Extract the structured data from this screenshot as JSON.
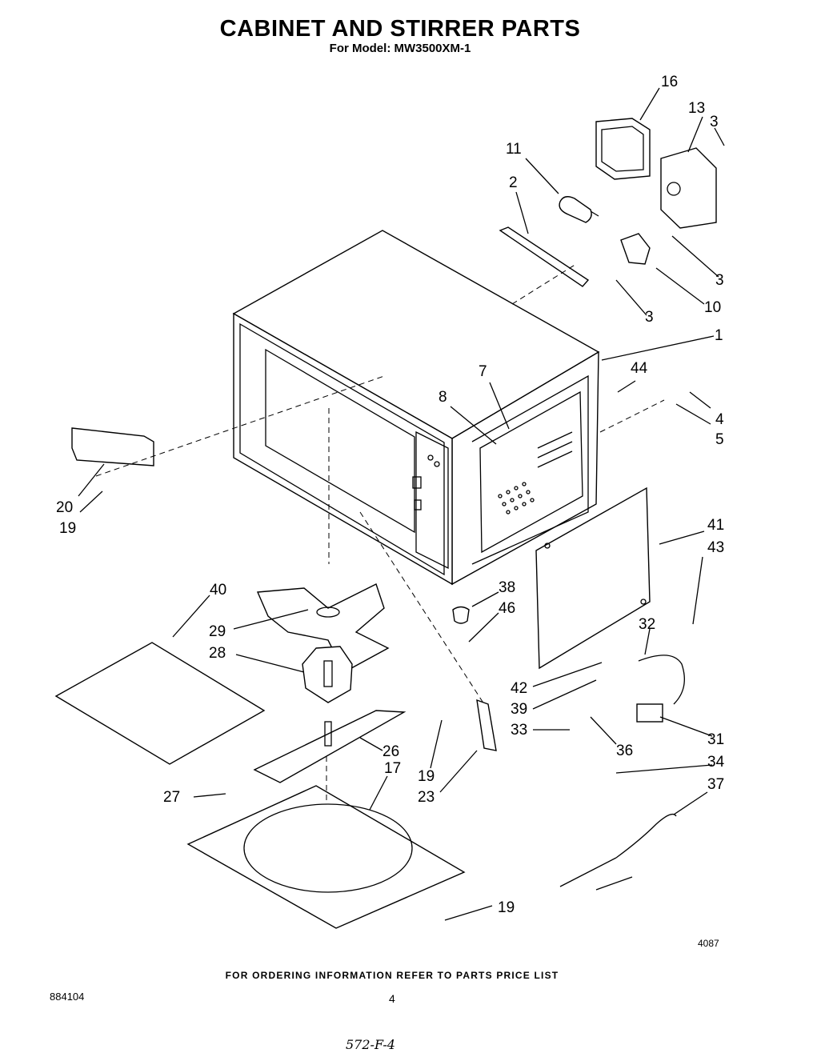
{
  "header": {
    "title": "CABINET AND STIRRER PARTS",
    "subtitle": "For Model: MW3500XM-1"
  },
  "callouts": [
    {
      "id": "c16",
      "label": "16"
    },
    {
      "id": "c13",
      "label": "13"
    },
    {
      "id": "c3a",
      "label": "3"
    },
    {
      "id": "c11",
      "label": "11"
    },
    {
      "id": "c2",
      "label": "2"
    },
    {
      "id": "c3b",
      "label": "3"
    },
    {
      "id": "c3c",
      "label": "3"
    },
    {
      "id": "c10",
      "label": "10"
    },
    {
      "id": "c1",
      "label": "1"
    },
    {
      "id": "c7",
      "label": "7"
    },
    {
      "id": "c8",
      "label": "8"
    },
    {
      "id": "c44",
      "label": "44"
    },
    {
      "id": "c4",
      "label": "4"
    },
    {
      "id": "c5",
      "label": "5"
    },
    {
      "id": "c20",
      "label": "20"
    },
    {
      "id": "c19a",
      "label": "19"
    },
    {
      "id": "c41",
      "label": "41"
    },
    {
      "id": "c43",
      "label": "43"
    },
    {
      "id": "c38",
      "label": "38"
    },
    {
      "id": "c46",
      "label": "46"
    },
    {
      "id": "c40",
      "label": "40"
    },
    {
      "id": "c29",
      "label": "29"
    },
    {
      "id": "c28",
      "label": "28"
    },
    {
      "id": "c32",
      "label": "32"
    },
    {
      "id": "c42",
      "label": "42"
    },
    {
      "id": "c39",
      "label": "39"
    },
    {
      "id": "c33",
      "label": "33"
    },
    {
      "id": "c36",
      "label": "36"
    },
    {
      "id": "c31",
      "label": "31"
    },
    {
      "id": "c26",
      "label": "26"
    },
    {
      "id": "c17",
      "label": "17"
    },
    {
      "id": "c19b",
      "label": "19"
    },
    {
      "id": "c23",
      "label": "23"
    },
    {
      "id": "c34",
      "label": "34"
    },
    {
      "id": "c27",
      "label": "27"
    },
    {
      "id": "c37",
      "label": "37"
    },
    {
      "id": "c19c",
      "label": "19"
    }
  ],
  "drawing_number": "4087",
  "footer": {
    "ordering_note": "FOR ORDERING INFORMATION REFER TO PARTS PRICE LIST",
    "document_number": "884104",
    "page_number": "4",
    "handwritten_note": "572-F-4"
  }
}
